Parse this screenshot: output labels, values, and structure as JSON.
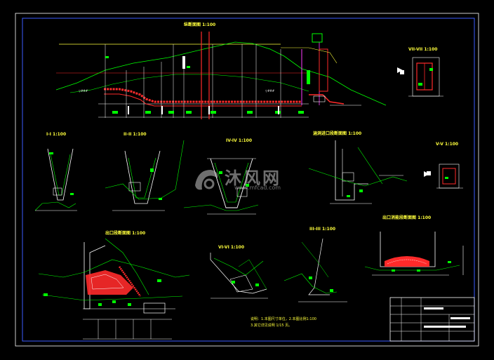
{
  "titles": {
    "longitudinal": "纵断面图 1:100",
    "sec_vii": "VII-VII 1:100",
    "sec_i": "I-I 1:100",
    "sec_ii": "II-II 1:100",
    "sec_iv": "IV-IV 1:100",
    "sec_culvert": "涵洞进口段断面图 1:100",
    "sec_v": "V-V 1:100",
    "sec_vi": "VI-VI 1:100",
    "sec_iii": "III-III 1:100",
    "sec_outlet": "出口段断面图 1:100",
    "sec_outlet2": "出口消能段断面图 1:100"
  },
  "notes": [
    "说明：1.本图尺寸单位，2.本图比例1:100",
    "3.其它详见说明 1/15 页。"
  ],
  "watermark": {
    "text": "沐风网",
    "url": "www.mfcad.com"
  },
  "colors": {
    "background": "#000000",
    "ground_line": "#00ff00",
    "structure_red": "#ff2a2a",
    "dimension_white": "#ffffff",
    "title_yellow": "#ffff3c",
    "frame_blue": "#3b5bff",
    "accent_magenta": "#ff3cff",
    "accent_cyan": "#00ffff"
  }
}
